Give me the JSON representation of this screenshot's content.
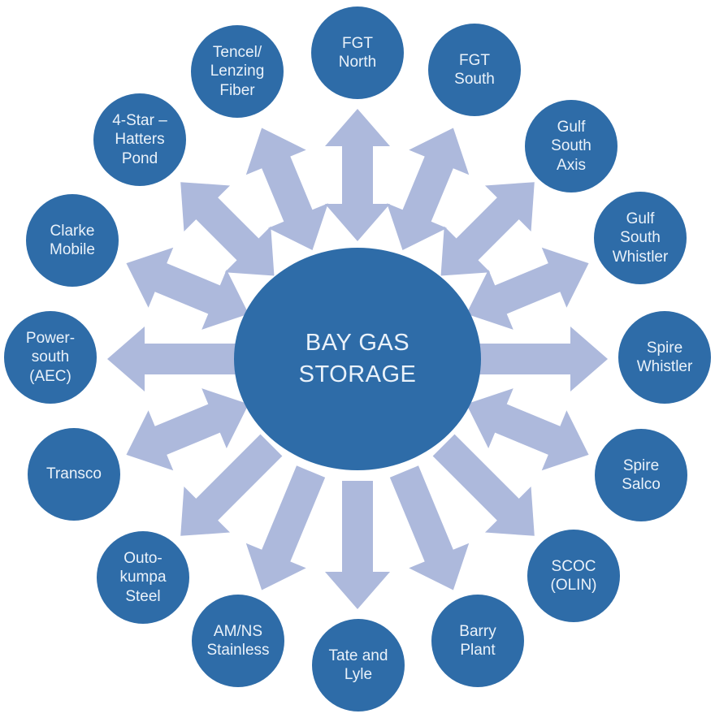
{
  "colors": {
    "background": "#ffffff",
    "node_fill": "#2e6ca8",
    "hub_fill": "#2e6ca8",
    "arrow_fill": "#adb9dc",
    "label_text": "#eaf2fa"
  },
  "hub": {
    "label": "BAY GAS STORAGE",
    "lines": [
      "BAY GAS",
      "STORAGE"
    ]
  },
  "nodes": [
    {
      "id": "fgt-north",
      "label": "FGT North",
      "lines": [
        "FGT",
        "North"
      ]
    },
    {
      "id": "fgt-south",
      "label": "FGT South",
      "lines": [
        "FGT",
        "South"
      ]
    },
    {
      "id": "gulf-south-axis",
      "label": "Gulf South Axis",
      "lines": [
        "Gulf",
        "South",
        "Axis"
      ]
    },
    {
      "id": "gulf-south-whistler",
      "label": "Gulf South Whistler",
      "lines": [
        "Gulf",
        "South",
        "Whistler"
      ]
    },
    {
      "id": "spire-whistler",
      "label": "Spire Whistler",
      "lines": [
        "Spire",
        "Whistler"
      ]
    },
    {
      "id": "spire-salco",
      "label": "Spire Salco",
      "lines": [
        "Spire",
        "Salco"
      ]
    },
    {
      "id": "scoc-olin",
      "label": "SCOC (OLIN)",
      "lines": [
        "SCOC",
        "(OLIN)"
      ]
    },
    {
      "id": "barry-plant",
      "label": "Barry Plant",
      "lines": [
        "Barry",
        "Plant"
      ]
    },
    {
      "id": "tate-and-lyle",
      "label": "Tate and Lyle",
      "lines": [
        "Tate and",
        "Lyle"
      ]
    },
    {
      "id": "amns-stainless",
      "label": "AM/NS Stainless",
      "lines": [
        "AM/NS",
        "Stainless"
      ]
    },
    {
      "id": "outokumpa-steel",
      "label": "Outo-kumpa Steel",
      "lines": [
        "Outo-",
        "kumpa",
        "Steel"
      ]
    },
    {
      "id": "transco",
      "label": "Transco",
      "lines": [
        "Transco"
      ]
    },
    {
      "id": "powersouth-aec",
      "label": "Power-south (AEC)",
      "lines": [
        "Power-",
        "south",
        "(AEC)"
      ]
    },
    {
      "id": "clarke-mobile",
      "label": "Clarke Mobile",
      "lines": [
        "Clarke",
        "Mobile"
      ]
    },
    {
      "id": "four-star-hatters-pond",
      "label": "4-Star – Hatters Pond",
      "lines": [
        "4-Star –",
        "Hatters",
        "Pond"
      ]
    },
    {
      "id": "tencel-lenzing-fiber",
      "label": "Tencel/Lenzing Fiber",
      "lines": [
        "Tencel/",
        "Lenzing",
        "Fiber"
      ]
    }
  ],
  "spokes": [
    {
      "target": "fgt-north",
      "angle": 0,
      "heads": "double"
    },
    {
      "target": "fgt-south",
      "angle": 22.5,
      "heads": "double"
    },
    {
      "target": "gulf-south-axis",
      "angle": 45,
      "heads": "double"
    },
    {
      "target": "gulf-south-whistler",
      "angle": 67.5,
      "heads": "double"
    },
    {
      "target": "spire-whistler",
      "angle": 90,
      "heads": "single"
    },
    {
      "target": "spire-salco",
      "angle": 112.5,
      "heads": "double"
    },
    {
      "target": "scoc-olin",
      "angle": 135,
      "heads": "single"
    },
    {
      "target": "barry-plant",
      "angle": 157.5,
      "heads": "single"
    },
    {
      "target": "tate-and-lyle",
      "angle": 180,
      "heads": "single"
    },
    {
      "target": "amns-stainless",
      "angle": 202.5,
      "heads": "single"
    },
    {
      "target": "outokumpa-steel",
      "angle": 225,
      "heads": "single"
    },
    {
      "target": "transco",
      "angle": 247.5,
      "heads": "double"
    },
    {
      "target": "powersouth-aec",
      "angle": 270,
      "heads": "single"
    },
    {
      "target": "clarke-mobile",
      "angle": 292.5,
      "heads": "double"
    },
    {
      "target": "four-star-hatters-pond",
      "angle": 315,
      "heads": "double"
    },
    {
      "target": "tencel-lenzing-fiber",
      "angle": 337.5,
      "heads": "double"
    }
  ]
}
